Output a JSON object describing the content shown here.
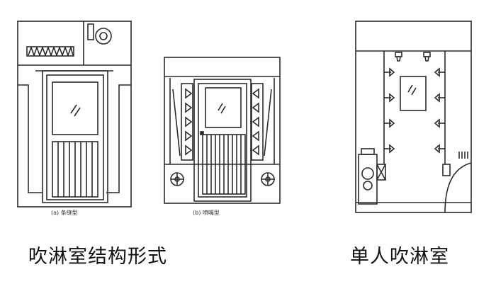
{
  "captions": {
    "left": "吹淋室结构形式",
    "right": "单人吹淋室"
  },
  "sublabels": {
    "a": "(a) 条缝型",
    "b": "(b) 喷嘴型"
  },
  "colors": {
    "line": "#2b2b2b",
    "background": "#ffffff"
  }
}
